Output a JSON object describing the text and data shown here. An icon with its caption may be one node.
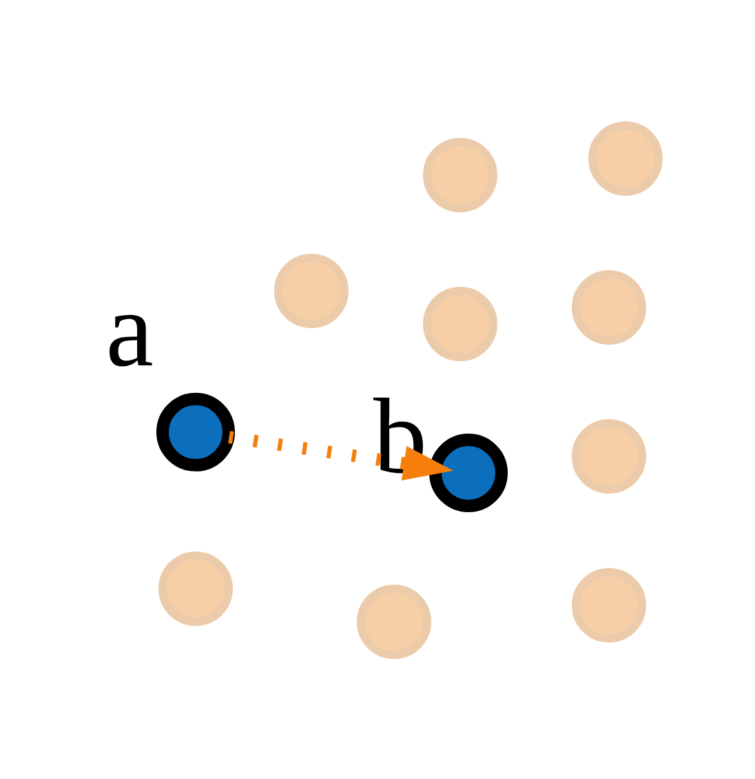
{
  "diagram": {
    "nodes": [
      {
        "text": [],
        "shape": "circle"
      },
      {
        "text": [],
        "shape": "circle"
      },
      {
        "text": [],
        "shape": "circle"
      },
      {
        "text": [],
        "shape": "circle"
      },
      {
        "text": [],
        "shape": "circle"
      },
      {
        "text": [],
        "shape": "circle"
      },
      {
        "text": [],
        "shape": "circle",
        "beside": [
          "a"
        ]
      },
      {
        "text": [],
        "shape": "circle"
      },
      {
        "text": [],
        "shape": "circle"
      },
      {
        "text": [],
        "shape": "circle"
      },
      {
        "text": [],
        "shape": "circle",
        "beside": [
          "b"
        ]
      }
    ],
    "edges": [
      {
        "from": 6,
        "to": 10,
        "arrow": "to",
        "style": "dashed",
        "color": "#f57f0a"
      }
    ]
  }
}
